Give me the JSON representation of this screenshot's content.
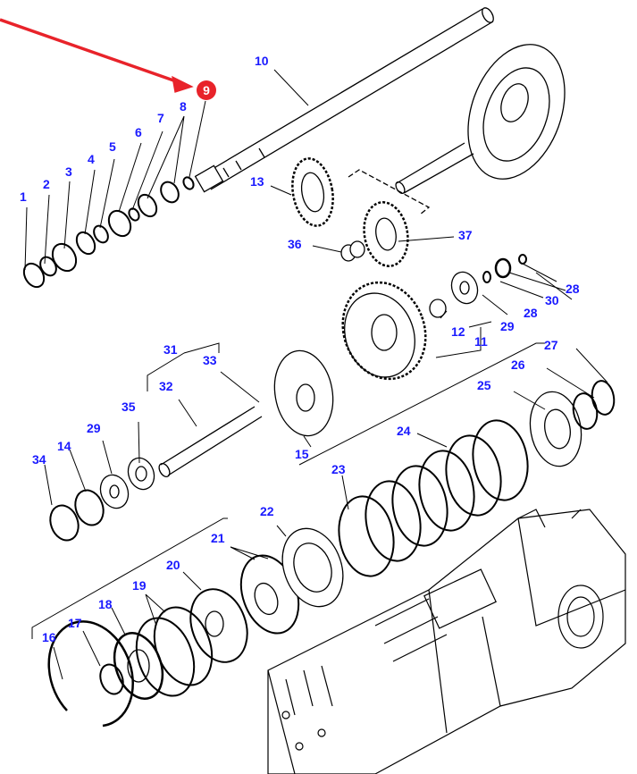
{
  "diagram": {
    "title": "Exploded parts diagram - transmission shaft, gears and clutch pack",
    "highlight": {
      "part": "9",
      "badge_color": "#e8232a",
      "arrow_color": "#e8232a"
    },
    "label_color": "#1a1aff",
    "line_color": "#000000",
    "callouts": [
      {
        "id": "1",
        "text": "1"
      },
      {
        "id": "2",
        "text": "2"
      },
      {
        "id": "3",
        "text": "3"
      },
      {
        "id": "4",
        "text": "4"
      },
      {
        "id": "5",
        "text": "5"
      },
      {
        "id": "6",
        "text": "6"
      },
      {
        "id": "7",
        "text": "7"
      },
      {
        "id": "8",
        "text": "8"
      },
      {
        "id": "10",
        "text": "10"
      },
      {
        "id": "11",
        "text": "11"
      },
      {
        "id": "12",
        "text": "12"
      },
      {
        "id": "13",
        "text": "13"
      },
      {
        "id": "14",
        "text": "14"
      },
      {
        "id": "15",
        "text": "15"
      },
      {
        "id": "16",
        "text": "16"
      },
      {
        "id": "17",
        "text": "17"
      },
      {
        "id": "18",
        "text": "18"
      },
      {
        "id": "19",
        "text": "19"
      },
      {
        "id": "20",
        "text": "20"
      },
      {
        "id": "21",
        "text": "21"
      },
      {
        "id": "22",
        "text": "22"
      },
      {
        "id": "23",
        "text": "23"
      },
      {
        "id": "24",
        "text": "24"
      },
      {
        "id": "25",
        "text": "25"
      },
      {
        "id": "26",
        "text": "26"
      },
      {
        "id": "27",
        "text": "27"
      },
      {
        "id": "28a",
        "text": "28"
      },
      {
        "id": "28b",
        "text": "28"
      },
      {
        "id": "29a",
        "text": "29"
      },
      {
        "id": "29b",
        "text": "29"
      },
      {
        "id": "30",
        "text": "30"
      },
      {
        "id": "31",
        "text": "31"
      },
      {
        "id": "32",
        "text": "32"
      },
      {
        "id": "33",
        "text": "33"
      },
      {
        "id": "34",
        "text": "34"
      },
      {
        "id": "35",
        "text": "35"
      },
      {
        "id": "36",
        "text": "36"
      },
      {
        "id": "37",
        "text": "37"
      }
    ]
  }
}
